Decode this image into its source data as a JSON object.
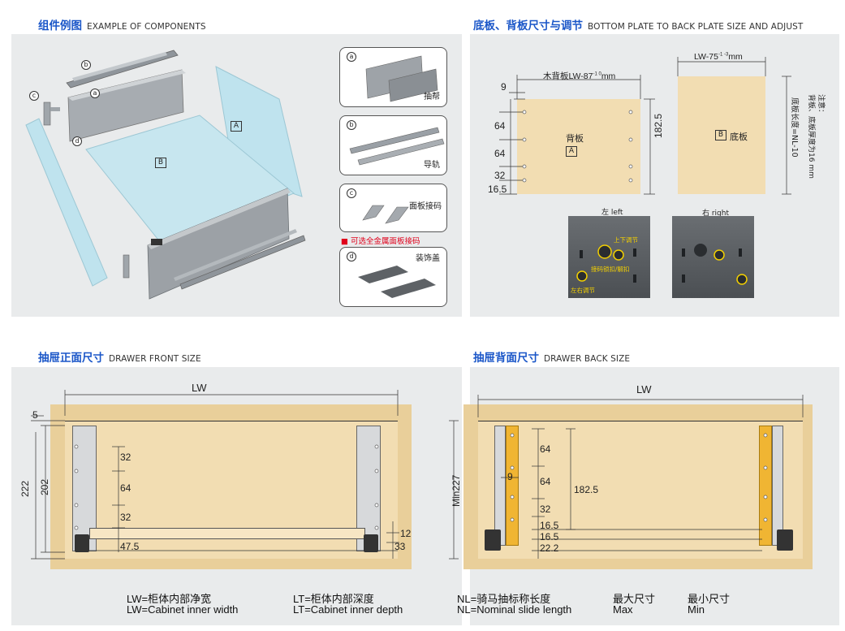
{
  "sections": {
    "components": {
      "cn": "组件例图",
      "en": "EXAMPLE OF COMPONENTS"
    },
    "bottom_back": {
      "cn": "底板、背板尺寸与调节",
      "en": "BOTTOM PLATE TO BACK PLATE SIZE AND ADJUST"
    },
    "front_size": {
      "cn": "抽屉正面尺寸",
      "en": "DRAWER FRONT SIZE"
    },
    "back_size": {
      "cn": "抽屉背面尺寸",
      "en": "DRAWER BACK SIZE"
    }
  },
  "components": {
    "labels": {
      "a": "a",
      "b": "b",
      "c": "c",
      "d": "d",
      "A": "A",
      "B": "B"
    },
    "cards": [
      {
        "letter": "a",
        "name": "抽帮"
      },
      {
        "letter": "b",
        "name": "导轨"
      },
      {
        "letter": "c",
        "name": "面板接码"
      },
      {
        "letter": "d",
        "name": "装饰盖"
      }
    ],
    "optional_note": "可选全金属面板接码"
  },
  "back_plate": {
    "width_label": "木背板LW-87",
    "width_tol": "-1 0",
    "width_unit": "mm",
    "offset": "9",
    "name": "背板",
    "letter": "A",
    "height": "182.5",
    "spacings": [
      "64",
      "64",
      "32",
      "16.5"
    ]
  },
  "bottom_plate": {
    "width_label": "LW-75",
    "width_tol": "-1 -3",
    "width_unit": "mm",
    "name": "底板",
    "letter": "B",
    "depth_label": "底板长度=NL-10",
    "note_title": "注意：",
    "note_body": "背板、底板厚度为16 mm"
  },
  "adjust": {
    "left_label": "左 left",
    "right_label": "右 right",
    "updown": "上下调节",
    "lock": "接码锁扣/解扣",
    "leftright": "左右调节"
  },
  "front": {
    "lw": "LW",
    "top_gap": "5",
    "h_outer": "222",
    "h_inner": "202",
    "spacings": [
      "32",
      "64",
      "32"
    ],
    "right_dims": [
      "12",
      "33"
    ],
    "bottom": "47.5"
  },
  "back": {
    "lw": "LW",
    "min_h": "Min227",
    "spacings": [
      "64",
      "64",
      "32",
      "16.5",
      "16.5"
    ],
    "side": "9",
    "height": "182.5",
    "bottom": "22.2"
  },
  "legend": {
    "lw_cn": "LW=柜体内部净宽",
    "lw_en": "LW=Cabinet inner width",
    "lt_cn": "LT=柜体内部深度",
    "lt_en": "LT=Cabinet inner depth",
    "nl_cn": "NL=骑马抽标称长度",
    "nl_en": "NL=Nominal slide length",
    "max_cn": "最大尺寸",
    "max_en": "Max",
    "min_cn": "最小尺寸",
    "min_en": "Min"
  },
  "colors": {
    "title_blue": "#1a56c8",
    "panel_gray": "#e9ebec",
    "wood": "#f2ddb2",
    "wood_dark": "#e9cf9a",
    "glass": "#bfe3ee",
    "metal": "#9aa0a6",
    "slide_orange": "#f0b533",
    "red": "#e0001b"
  }
}
